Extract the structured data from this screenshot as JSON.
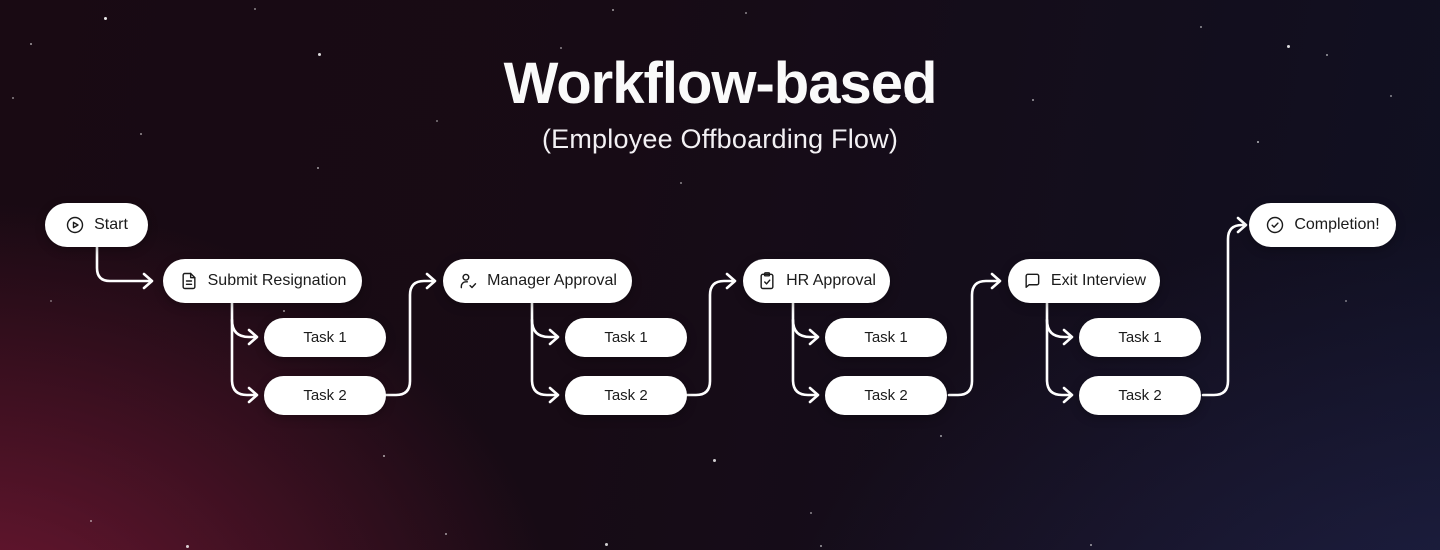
{
  "header": {
    "title": "Workflow-based",
    "subtitle": "(Employee Offboarding Flow)"
  },
  "colors": {
    "node_bg": "#ffffff",
    "node_text": "#1b1b1b",
    "connector": "#ffffff",
    "bg_crimson": "#4e1627",
    "bg_navy": "#1d1d33",
    "bg_top": "#150a12"
  },
  "flow": {
    "start": {
      "label": "Start",
      "icon": "play-circle-icon"
    },
    "steps": [
      {
        "label": "Submit Resignation",
        "icon": "file-text-icon",
        "tasks": [
          "Task 1",
          "Task 2"
        ]
      },
      {
        "label": "Manager Approval",
        "icon": "user-check-icon",
        "tasks": [
          "Task 1",
          "Task 2"
        ]
      },
      {
        "label": "HR Approval",
        "icon": "clipboard-check-icon",
        "tasks": [
          "Task 1",
          "Task 2"
        ]
      },
      {
        "label": "Exit Interview",
        "icon": "chat-bubble-icon",
        "tasks": [
          "Task 1",
          "Task 2"
        ]
      }
    ],
    "end": {
      "label": "Completion!",
      "icon": "check-circle-icon"
    }
  }
}
